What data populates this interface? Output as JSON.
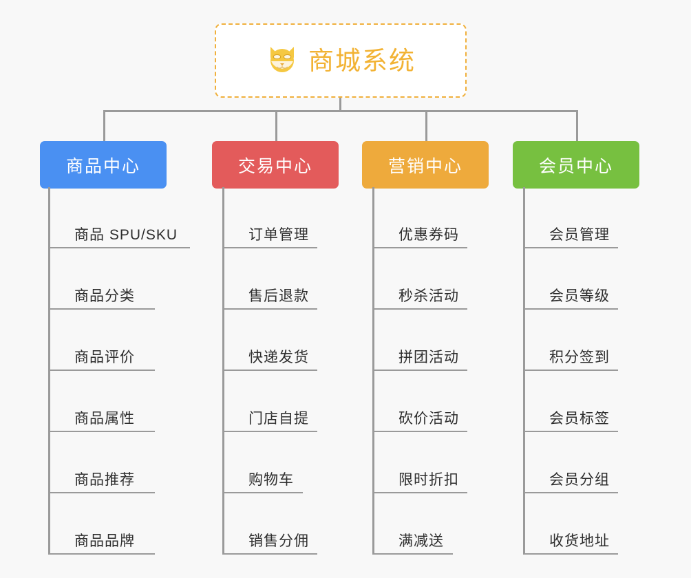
{
  "canvas": {
    "background": "#f8f8f8",
    "connector_color": "#9a9a9a"
  },
  "root": {
    "title": "商城系统",
    "icon": "shiba-dog-icon",
    "border_color": "#f0b03c",
    "text_color": "#f2b233",
    "background": "#ffffff"
  },
  "branches": [
    {
      "label": "商品中心",
      "color": "#4a90f2",
      "items": [
        "商品 SPU/SKU",
        "商品分类",
        "商品评价",
        "商品属性",
        "商品推荐",
        "商品品牌"
      ]
    },
    {
      "label": "交易中心",
      "color": "#e35b5b",
      "items": [
        "订单管理",
        "售后退款",
        "快递发货",
        "门店自提",
        "购物车",
        "销售分佣"
      ]
    },
    {
      "label": "营销中心",
      "color": "#eeaa3c",
      "items": [
        "优惠券码",
        "秒杀活动",
        "拼团活动",
        "砍价活动",
        "限时折扣",
        "满减送"
      ]
    },
    {
      "label": "会员中心",
      "color": "#77c040",
      "items": [
        "会员管理",
        "会员等级",
        "积分签到",
        "会员标签",
        "会员分组",
        "收货地址"
      ]
    }
  ]
}
